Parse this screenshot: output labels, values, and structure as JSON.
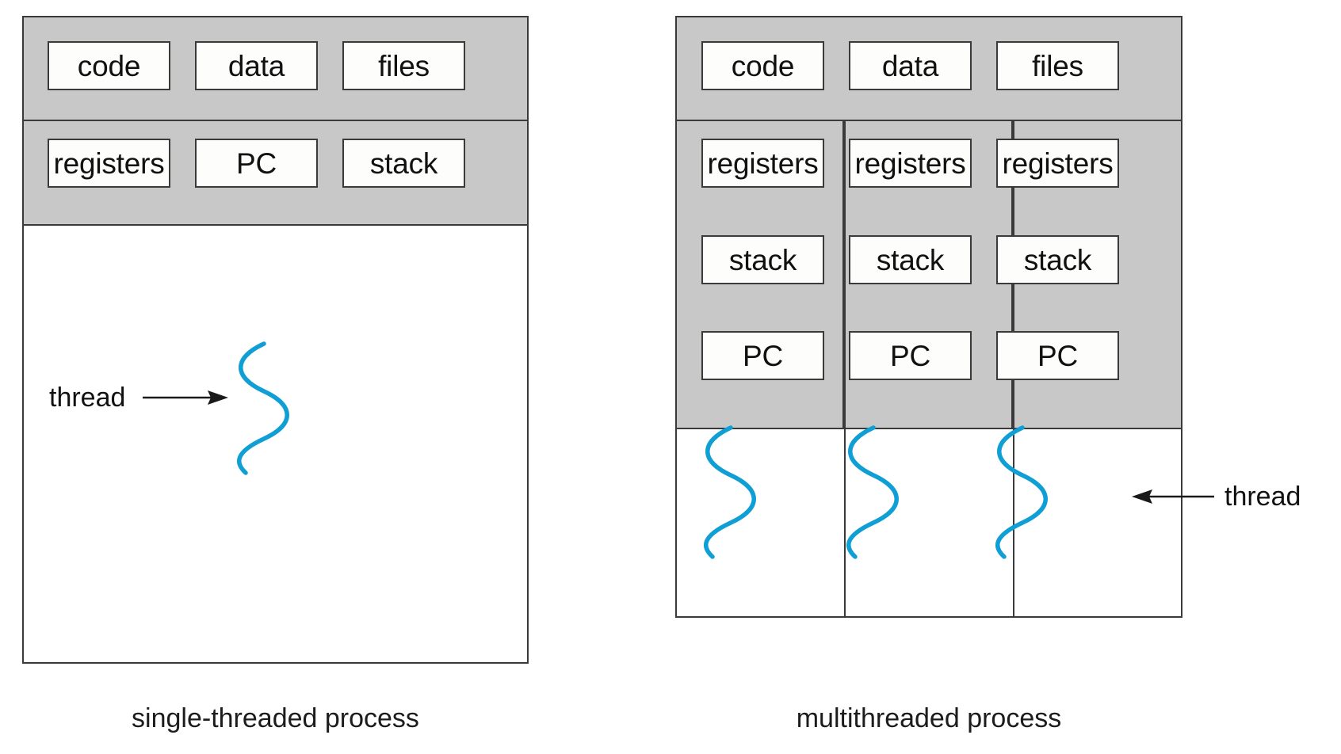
{
  "colors": {
    "gray_fill": "#c8c8c8",
    "line": "#3a3a3a",
    "thread_blue": "#109FD4",
    "box_fill": "#fdfdfb",
    "text": "#111111"
  },
  "left_process": {
    "caption": "single-threaded process",
    "shared_row": [
      {
        "label": "code"
      },
      {
        "label": "data"
      },
      {
        "label": "files"
      }
    ],
    "thread_row": [
      {
        "label": "registers"
      },
      {
        "label": "PC"
      },
      {
        "label": "stack"
      }
    ],
    "annotation": {
      "label": "thread",
      "arrow_direction": "right"
    }
  },
  "right_process": {
    "caption": "multithreaded process",
    "shared_row": [
      {
        "label": "code"
      },
      {
        "label": "data"
      },
      {
        "label": "files"
      }
    ],
    "threads": [
      {
        "cells": [
          "registers",
          "stack",
          "PC"
        ]
      },
      {
        "cells": [
          "registers",
          "stack",
          "PC"
        ]
      },
      {
        "cells": [
          "registers",
          "stack",
          "PC"
        ]
      }
    ],
    "annotation": {
      "label": "thread",
      "arrow_direction": "left"
    }
  }
}
